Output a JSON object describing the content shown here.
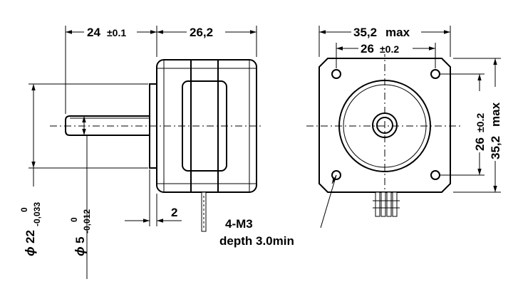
{
  "dimensions": {
    "front_shaft_length": {
      "value": "24",
      "tolerance": "±0.1"
    },
    "body_length": "26,2",
    "flange_width": {
      "value": "35,2",
      "suffix": "max"
    },
    "hole_spacing_h": {
      "value": "26",
      "tolerance": "±0.2"
    },
    "hole_spacing_v": {
      "value": "26",
      "tolerance": "±0.2"
    },
    "flange_height": {
      "value": "35,2",
      "suffix": "max"
    },
    "pilot_depth": "2",
    "pilot_diameter": {
      "symbol": "ϕ",
      "value": "22",
      "upper": "0",
      "lower": "-0,033"
    },
    "shaft_diameter": {
      "symbol": "ϕ",
      "value": "5",
      "upper": "0",
      "lower": "-0,012"
    }
  },
  "callout": {
    "line1": "4-M3",
    "line2": "depth 3.0min"
  }
}
